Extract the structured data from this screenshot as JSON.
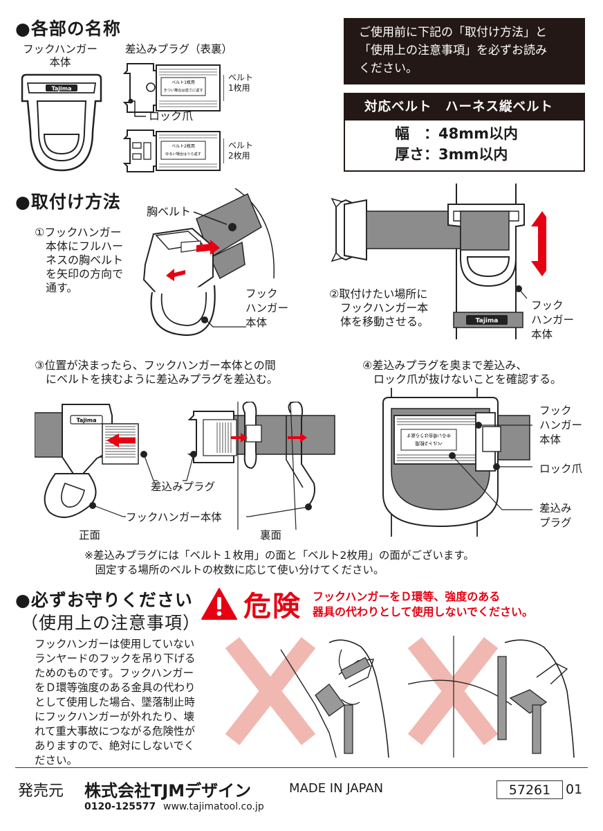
{
  "sections": {
    "parts": "●各部の名称",
    "install": "●取付け方法",
    "caution_1": "●必ずお守りください",
    "caution_2": "（使用上の注意事項）"
  },
  "parts": {
    "hanger_label_1": "フックハンガー",
    "hanger_label_2": "本体",
    "plug_label": "差込みプラグ（表裏）",
    "belt1_a": "ベルト",
    "belt1_b": "1枚用",
    "lock": "ロック爪",
    "belt2_a": "ベルト",
    "belt2_b": "2枚用",
    "plug_text_1a": "ベルト1枚用",
    "plug_text_1b": "きつい場合は逆さに返す",
    "plug_text_2a": "ベルト2枚用",
    "plug_text_2b": "ゆるい場合はうら返す",
    "brand": "Tajima"
  },
  "notice": {
    "line1": "ご使用前に下記の「取付け方法」と",
    "line2": "「使用上の注意事項」を必ずお読み",
    "line3": "ください。"
  },
  "spec": {
    "header": "対応ベルト　ハーネス縦ベルト",
    "width": "幅　：48mm以内",
    "thickness": "厚さ：3mm以内"
  },
  "install": {
    "chest_belt": "胸ベルト",
    "step1": [
      "①フックハンガー",
      "　本体にフルハー",
      "　ネスの胸ベルト",
      "　を矢印の方向で",
      "　通す。"
    ],
    "hook_body_1": [
      "フック",
      "ハンガー",
      "本体"
    ],
    "step2": [
      "②取付けたい場所に",
      "　フックハンガー本",
      "　体を移動させる。"
    ],
    "hook_body_2": [
      "フック",
      "ハンガー",
      "本体"
    ],
    "step3": [
      "③位置が決まったら、フックハンガー本体との間",
      "　にベルトを挟むように差込みプラグを差込む。"
    ],
    "step4": [
      "④差込みプラグを奥まで差込み、",
      "　ロック爪が抜けないことを確認する。"
    ],
    "plug": "差込みプラグ",
    "hook_body_3": "フックハンガー本体",
    "front": "正面",
    "back": "裏面",
    "hook_body_4": [
      "フック",
      "ハンガー",
      "本体"
    ],
    "lock": "ロック爪",
    "plug_2": [
      "差込み",
      "プラグ"
    ],
    "note": [
      "※差込みプラグには「ベルト１枚用」の面と「ベルト2枚用」の面がございます。",
      "　固定する場所のベルトの枚数に応じて使い分けてください。"
    ]
  },
  "danger": {
    "word": "危険",
    "text_1": "フックハンガーをＤ環等、強度のある",
    "text_2": "器具の代わりとして使用しないでください。",
    "color": "#e60012"
  },
  "caution_body": [
    "フックハンガーは使用していない",
    "ランヤードのフックを吊り下げる",
    "ためのものです。フックハンガー",
    "をＤ環等強度のある金具の代わり",
    "として使用した場合、墜落制止時",
    "にフックハンガーが外れたり、壊",
    "れて重大事故につながる危険性が",
    "ありますので、絶対にしないでく",
    "ださい。"
  ],
  "footer": {
    "seller_label": "発売元",
    "company": "株式会社TJMデザイン",
    "made": "MADE IN JAPAN",
    "phone": "0120-125577",
    "url": "www.tajimatool.co.jp",
    "code": "57261",
    "code_suffix": "01"
  }
}
